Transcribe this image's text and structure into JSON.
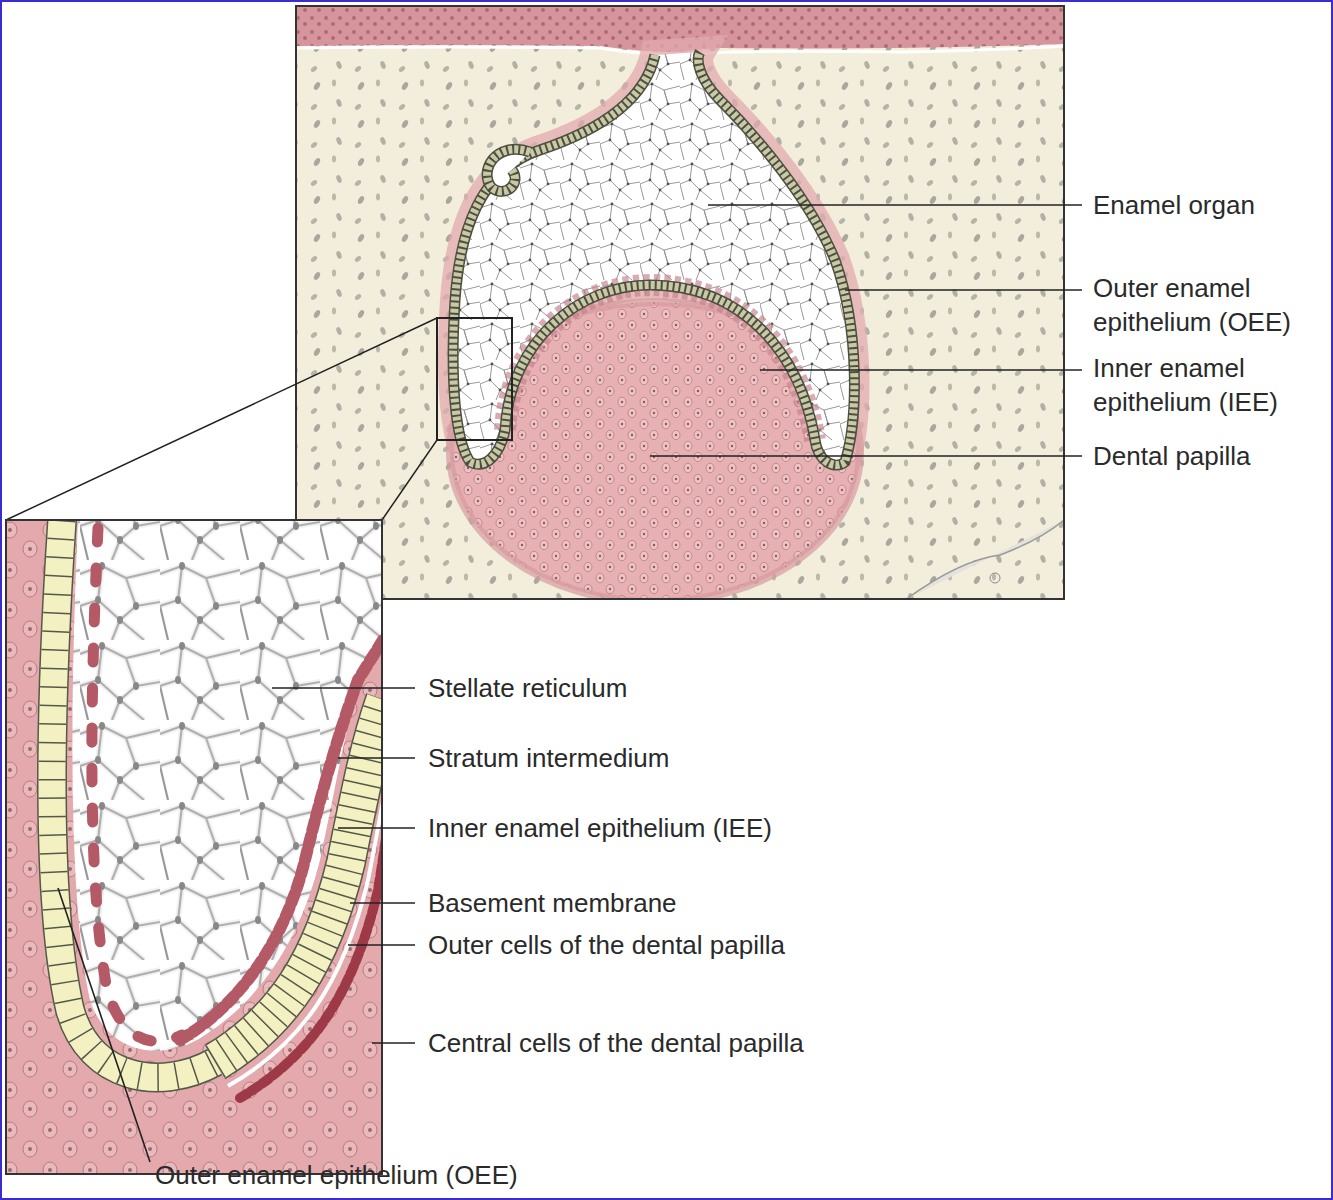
{
  "diagram": {
    "labels": [
      "Enamel organ",
      "Outer enamel epithelium (OEE)",
      "Inner enamel epithelium (IEE)",
      "Dental papilla",
      "Stellate reticulum",
      "Stratum intermedium",
      "Inner enamel epithelium (IEE)",
      "Basement membrane",
      "Outer cells of the dental papilla",
      "Central cells of the dental papilla",
      "Outer enamel epithelium (OEE)"
    ]
  }
}
